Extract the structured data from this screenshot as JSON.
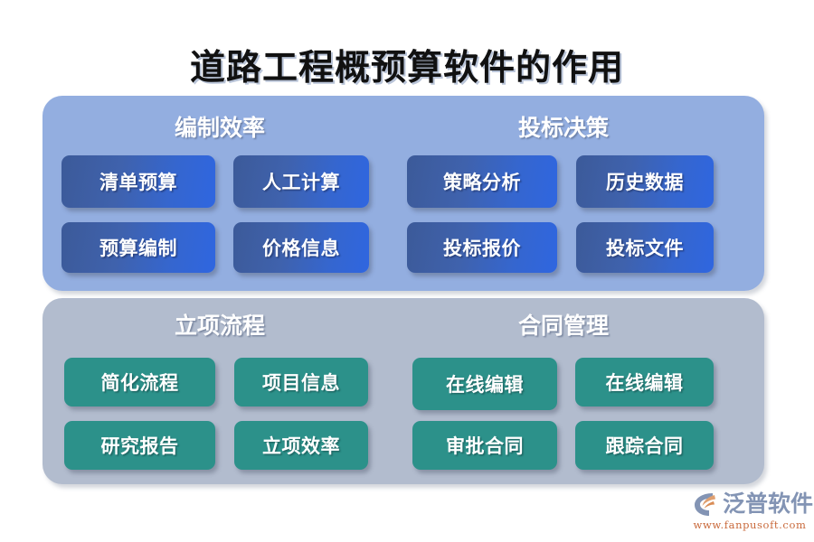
{
  "title": "道路工程概预算软件的作用",
  "panels": [
    {
      "id": "panel-blue",
      "theme_color": "#93aee0",
      "card_color": "#3566cf",
      "sections": [
        {
          "header": "编制效率",
          "cards": [
            "清单预算",
            "人工计算",
            "预算编制",
            "价格信息"
          ]
        },
        {
          "header": "投标决策",
          "cards": [
            "策略分析",
            "历史数据",
            "投标报价",
            "投标文件"
          ]
        }
      ]
    },
    {
      "id": "panel-gray",
      "theme_color": "#b2bcce",
      "card_color": "#2c918a",
      "sections": [
        {
          "header": "立项流程",
          "cards": [
            "简化流程",
            "项目信息",
            "研究报告",
            "立项效率"
          ]
        },
        {
          "header": "合同管理",
          "cards": [
            "在线编辑",
            "在线编辑",
            "审批合同",
            "跟踪合同"
          ]
        }
      ]
    }
  ],
  "logo": {
    "brand": "泛普软件",
    "url": "www.fanpusoft.com",
    "mark_icon": "fanpu-swoosh-icon",
    "brand_color": "#8394b4",
    "url_color": "#c96a3c"
  }
}
